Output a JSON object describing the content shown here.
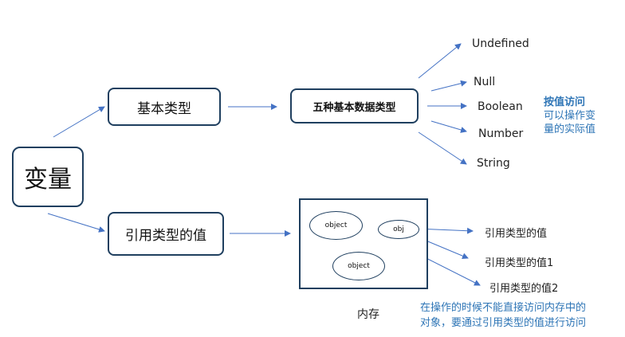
{
  "diagram": {
    "root": "变量",
    "primitive": "基本类型",
    "reference": "引用类型的值",
    "five_types": "五种基本数据类型",
    "types": [
      "Undefined",
      "Null",
      "Boolean",
      "Number",
      "String"
    ],
    "by_value_title": "按值访问",
    "by_value_lines": [
      "可以操作变",
      "量的实际值"
    ],
    "memory_objects": [
      "object",
      "obj",
      "object"
    ],
    "memory_label": "内存",
    "ref_values": [
      "引用类型的值",
      "引用类型的值1",
      "引用类型的值2"
    ],
    "note_lines": [
      "在操作的时候不能直接访问内存中的",
      "对象，要通过引用类型的值进行访问"
    ],
    "arrow_color": "#4472c4",
    "text_blue": "#2e75b6"
  }
}
